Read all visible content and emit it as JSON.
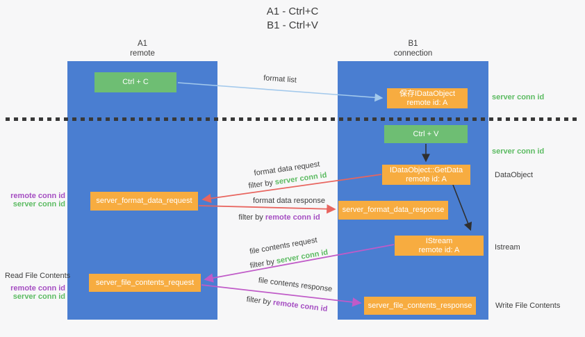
{
  "title": {
    "line1": "A1 - Ctrl+C",
    "line2": "B1 - Ctrl+V"
  },
  "lanes": {
    "left": {
      "title": "A1",
      "subtitle": "remote"
    },
    "right": {
      "title": "B1",
      "subtitle": "connection"
    }
  },
  "nodes": {
    "ctrl_c": {
      "label": "Ctrl + C"
    },
    "save_idataobject": {
      "line1": "保存IDataObject",
      "line2": "remote id: A"
    },
    "ctrl_v": {
      "label": "Ctrl + V"
    },
    "getdata": {
      "line1": "IDataObject::GetData",
      "line2": "remote id: A"
    },
    "server_format_data_request": {
      "label": "server_format_data_request"
    },
    "server_format_data_response": {
      "label": "server_format_data_response"
    },
    "istream": {
      "line1": "IStream",
      "line2": "remote id: A"
    },
    "server_file_contents_request": {
      "label": "server_file_contents_request"
    },
    "server_file_contents_response": {
      "label": "server_file_contents_response"
    }
  },
  "flow_labels": {
    "format_list": "format list",
    "format_data_request": "format data request",
    "format_data_response": "format data response",
    "file_contents_request": "file contents request",
    "file_contents_response": "file contents response",
    "filter_by": "filter by",
    "server_conn_id": "server conn id",
    "remote_conn_id": "remote conn id"
  },
  "side_labels": {
    "left": {
      "remote_conn_id": "remote conn id",
      "server_conn_id": "server conn id",
      "read_file_contents": "Read File Contents"
    },
    "right": {
      "server_conn_id": "server conn id",
      "dataobject": "DataObject",
      "istream": "Istream",
      "write_file_contents": "Write File Contents"
    }
  },
  "colors": {
    "lane_blue": "#4a7ed1",
    "node_green": "#6ebe73",
    "node_orange": "#f7ac40",
    "arrow_light_blue": "#a3c9ec",
    "arrow_red": "#e8655f",
    "arrow_purple": "#c05bc8",
    "arrow_black": "#2f2f2f",
    "conn_id_green": "#5cbb62",
    "conn_id_purple": "#a54ec2",
    "text_dark": "#3d3d3d"
  }
}
